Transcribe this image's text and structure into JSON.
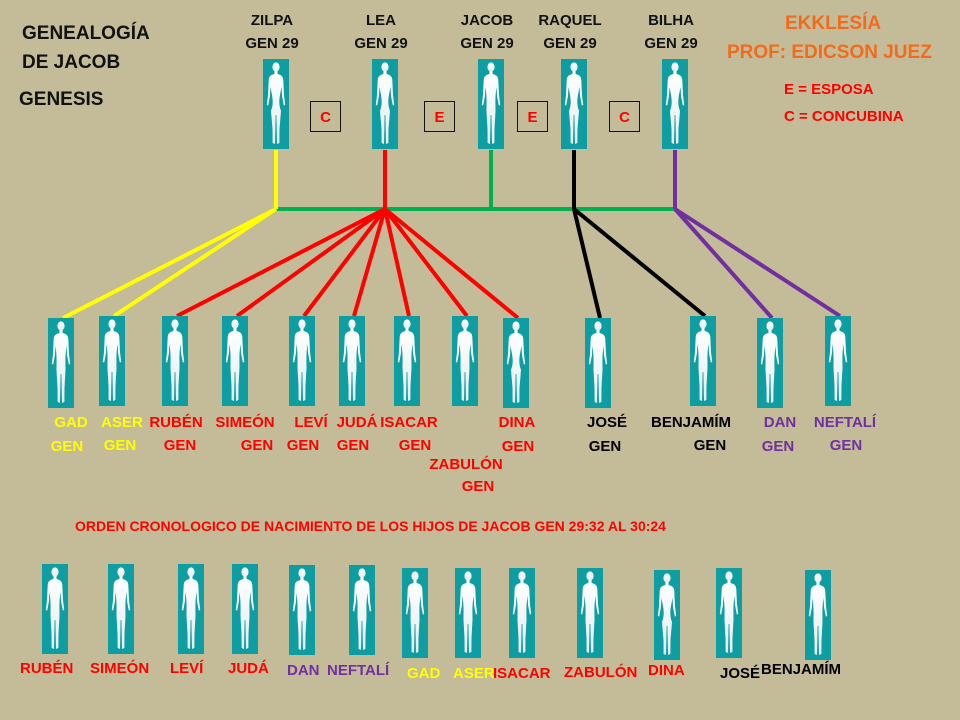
{
  "header": {
    "title_line1": "GENEALOGÍA",
    "title_line2": "DE  JACOB",
    "title_line3": "GENESIS",
    "credit_line1": "EKKLESÍA",
    "credit_line2": "PROF: EDICSON JUEZ",
    "legend_e": "E = ESPOSA",
    "legend_c": "C = CONCUBINA",
    "credit_color": "#f26b1d",
    "legend_color": "#ff0000"
  },
  "parents": [
    {
      "name": "ZILPA",
      "ref": "GEN 29",
      "gender": "female",
      "line_color": "#ffff00"
    },
    {
      "name": "LEA",
      "ref": "GEN 29",
      "gender": "female",
      "line_color": "#ff0000"
    },
    {
      "name": "JACOB",
      "ref": "GEN 29",
      "gender": "male",
      "line_color": "#00b050"
    },
    {
      "name": "RAQUEL",
      "ref": "GEN 29",
      "gender": "female",
      "line_color": "#000000"
    },
    {
      "name": "BILHA",
      "ref": "GEN 29",
      "gender": "female",
      "line_color": "#7030a0"
    }
  ],
  "relations": [
    {
      "label": "C",
      "between": "ZILPA-LEA"
    },
    {
      "label": "E",
      "between": "LEA-JACOB"
    },
    {
      "label": "E",
      "between": "JACOB-RAQUEL"
    },
    {
      "label": "C",
      "between": "RAQUEL-BILHA"
    }
  ],
  "children": [
    {
      "name": "GAD",
      "ref": "GEN",
      "mother": "ZILPA",
      "color": "#ffff00",
      "gender": "male"
    },
    {
      "name": "ASER",
      "ref": "GEN",
      "mother": "ZILPA",
      "color": "#ffff00",
      "gender": "male"
    },
    {
      "name": "RUBÉN",
      "ref": "GEN",
      "mother": "LEA",
      "color": "#ff0000",
      "gender": "male"
    },
    {
      "name": "SIMEÓN",
      "ref": "GEN",
      "mother": "LEA",
      "color": "#ff0000",
      "gender": "male"
    },
    {
      "name": "LEVÍ",
      "ref": "GEN",
      "mother": "LEA",
      "color": "#ff0000",
      "gender": "male"
    },
    {
      "name": "JUDÁ",
      "ref": "GEN",
      "mother": "LEA",
      "color": "#ff0000",
      "gender": "male"
    },
    {
      "name": "ISACAR",
      "ref": "GEN",
      "mother": "LEA",
      "color": "#ff0000",
      "gender": "male"
    },
    {
      "name": "ZABULÓN",
      "ref": "GEN",
      "mother": "LEA",
      "color": "#ff0000",
      "gender": "male"
    },
    {
      "name": "DINA",
      "ref": "GEN",
      "mother": "LEA",
      "color": "#ff0000",
      "gender": "female"
    },
    {
      "name": "JOSÉ",
      "ref": "GEN",
      "mother": "RAQUEL",
      "color": "#000000",
      "gender": "male"
    },
    {
      "name": "BENJAMÍM",
      "ref": "GEN",
      "mother": "RAQUEL",
      "color": "#000000",
      "gender": "male"
    },
    {
      "name": "DAN",
      "ref": "GEN",
      "mother": "BILHA",
      "color": "#7030a0",
      "gender": "male"
    },
    {
      "name": "NEFTALÍ",
      "ref": "GEN",
      "mother": "BILHA",
      "color": "#7030a0",
      "gender": "male"
    }
  ],
  "order": {
    "heading": "ORDEN CRONOLOGICO  DE NACIMIENTO DE LOS HIJOS DE JACOB GEN 29:32 AL 30:24",
    "heading_color": "#ff0000",
    "items": [
      {
        "name": "RUBÉN",
        "color": "#ff0000",
        "gender": "male"
      },
      {
        "name": "SIMEÓN",
        "color": "#ff0000",
        "gender": "male"
      },
      {
        "name": "LEVÍ",
        "color": "#ff0000",
        "gender": "male"
      },
      {
        "name": "JUDÁ",
        "color": "#ff0000",
        "gender": "male"
      },
      {
        "name": "DAN",
        "color": "#7030a0",
        "gender": "male"
      },
      {
        "name": "NEFTALÍ",
        "color": "#7030a0",
        "gender": "male"
      },
      {
        "name": "GAD",
        "color": "#ffff00",
        "gender": "male"
      },
      {
        "name": "ASER",
        "color": "#ffff00",
        "gender": "male"
      },
      {
        "name": "ISACAR",
        "color": "#ff0000",
        "gender": "male"
      },
      {
        "name": "ZABULÓN",
        "color": "#ff0000",
        "gender": "male"
      },
      {
        "name": "DINA",
        "color": "#ff0000",
        "gender": "female"
      },
      {
        "name": "JOSÉ",
        "color": "#000000",
        "gender": "male"
      },
      {
        "name": "BENJAMÍM",
        "color": "#000000",
        "gender": "male"
      }
    ]
  }
}
